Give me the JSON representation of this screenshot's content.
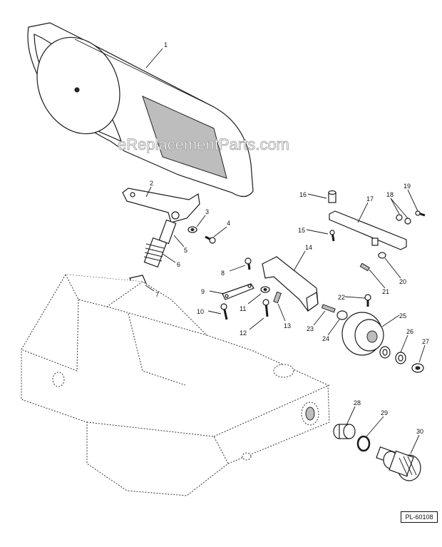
{
  "watermark": "eReplacementParts.com",
  "reference_code": "PL-60108",
  "callouts": [
    "1",
    "2",
    "3",
    "4",
    "5",
    "6",
    "7",
    "8",
    "9",
    "10",
    "11",
    "12",
    "13",
    "14",
    "15",
    "16",
    "17",
    "18",
    "19",
    "20",
    "21",
    "22",
    "23",
    "24",
    "25",
    "26",
    "27",
    "28",
    "29",
    "30"
  ]
}
